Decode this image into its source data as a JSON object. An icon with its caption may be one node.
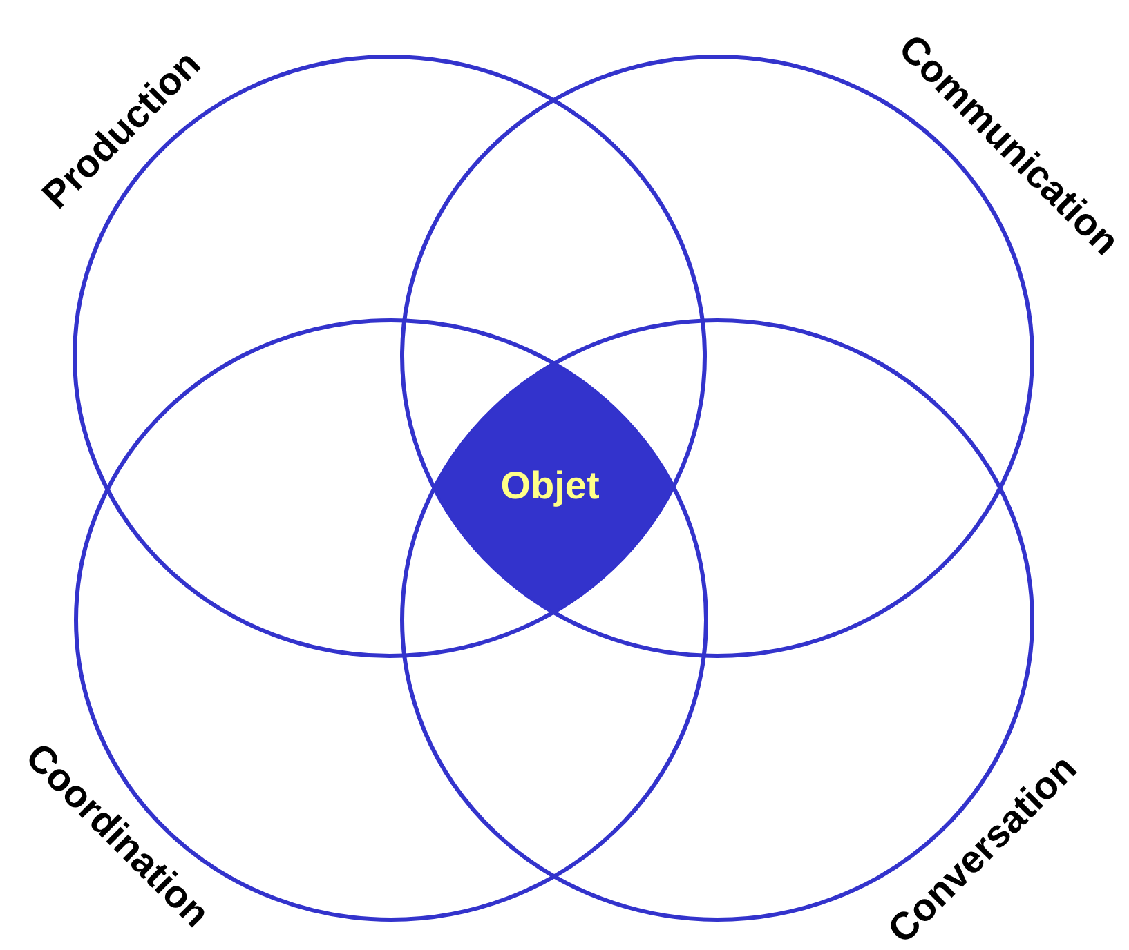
{
  "diagram": {
    "nodes": [
      {
        "text": [
          "Production"
        ]
      },
      {
        "text": [
          "Communication"
        ]
      },
      {
        "text": [
          "Coordination"
        ]
      },
      {
        "text": [
          "Conversation"
        ]
      },
      {
        "text": [
          "Objet"
        ]
      }
    ]
  }
}
